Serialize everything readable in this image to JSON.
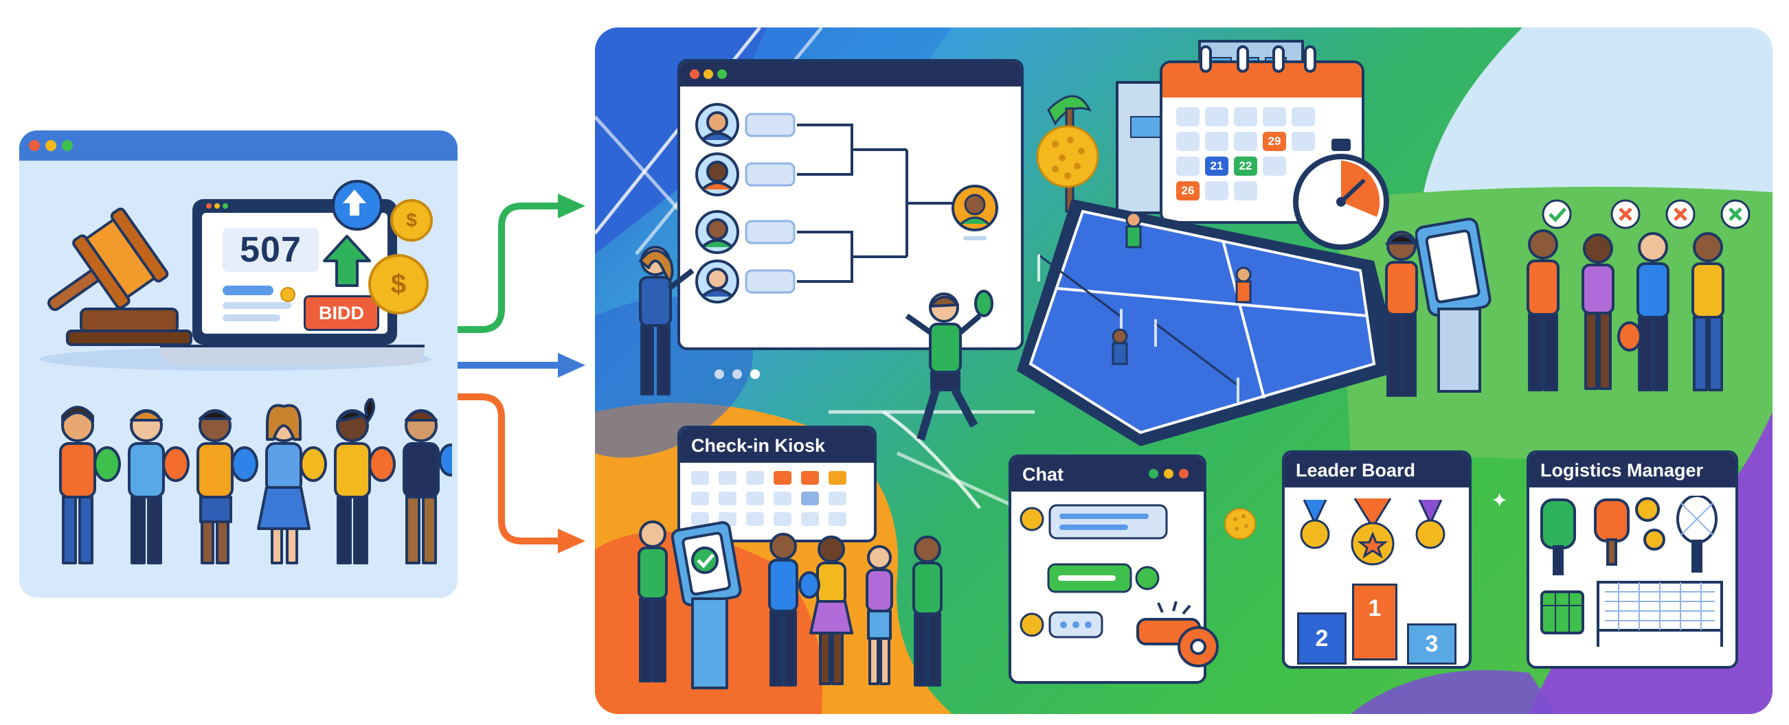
{
  "auction": {
    "bid_amount": "507",
    "bid_button_label": "BIDD"
  },
  "panels": {
    "kiosk_title": "Check-in Kiosk",
    "chat_title": "Chat",
    "leader_title": "Leader Board",
    "logistics_title": "Logistics Manager"
  },
  "calendar": {
    "dates": [
      "29",
      "21",
      "22",
      "26"
    ]
  },
  "podium": {
    "places": [
      "1",
      "2",
      "3"
    ]
  },
  "colors": {
    "brand_blue": "#3f7bd6",
    "navy": "#1f3763",
    "orange": "#f36d2c",
    "green": "#2fb35a",
    "purple": "#8a4fd0"
  }
}
